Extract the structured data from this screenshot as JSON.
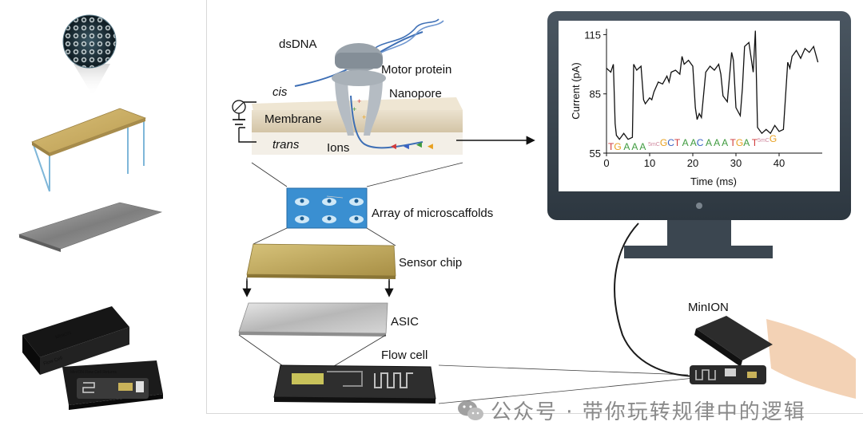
{
  "labels": {
    "dsdna": "dsDNA",
    "motor_protein": "Motor protein",
    "cis": "cis",
    "nanopore": "Nanopore",
    "membrane": "Membrane",
    "trans": "trans",
    "ions": "Ions",
    "microscaffolds": "Array of microscaffolds",
    "sensor_chip": "Sensor chip",
    "asic": "ASIC",
    "flow_cell": "Flow cell",
    "minion": "MinION"
  },
  "device_text": {
    "box_brand": "MinION",
    "box_product": "Flow Cell",
    "tray_text": "MinION  Flow Cell Returns"
  },
  "watermark": {
    "text": "公众号 · 带你玩转规律中的逻辑"
  },
  "colors": {
    "monitor_body": "#3b4650",
    "chip_gold": "#c8b46a",
    "array_blue": "#3a8fd1",
    "dna_blue": "#3e6fb5",
    "membrane": "#d9ccb3",
    "protein_gray": "#9aa3ab"
  },
  "chart_data": {
    "type": "line",
    "xlabel": "Time (ms)",
    "ylabel": "Current (pA)",
    "xlim": [
      0,
      50
    ],
    "ylim": [
      55,
      118
    ],
    "xticks": [
      0,
      10,
      20,
      30,
      40
    ],
    "yticks": [
      55,
      85,
      115
    ],
    "series": [
      {
        "x": [
          0,
          1,
          1.6,
          2,
          2.3,
          3,
          4,
          5,
          6,
          6.3,
          7,
          8,
          8.6,
          9,
          10,
          10.5,
          11,
          12,
          13,
          14,
          14.5,
          15,
          16,
          17,
          17.5,
          18,
          19,
          20,
          20.6,
          21,
          21.5,
          22,
          23,
          24,
          25,
          26,
          26.5,
          27,
          28,
          29,
          29.4,
          30,
          31,
          31.5,
          32,
          33,
          34,
          34.5,
          35,
          36,
          37,
          38,
          39,
          40,
          41,
          42,
          42.5,
          43,
          44,
          45,
          46,
          47,
          48,
          49
        ],
        "y": [
          98,
          96,
          100,
          70,
          64,
          62,
          65,
          62,
          63,
          100,
          97,
          99,
          82,
          80,
          83,
          82,
          86,
          91,
          90,
          94,
          91,
          96,
          97,
          95,
          104,
          100,
          102,
          99,
          78,
          72,
          75,
          73,
          96,
          99,
          97,
          100,
          95,
          84,
          81,
          106,
          102,
          78,
          74,
          88,
          109,
          111,
          96,
          117,
          68,
          65,
          67,
          65,
          69,
          66,
          67,
          101,
          98,
          104,
          107,
          103,
          108,
          106,
          109,
          101
        ]
      }
    ],
    "sequence": [
      {
        "t": "T",
        "c": "#d03b3b"
      },
      {
        "t": "G",
        "c": "#e8a020"
      },
      {
        "t": " ",
        "c": "#000"
      },
      {
        "t": "A",
        "c": "#3d9a3d"
      },
      {
        "t": " ",
        "c": "#000"
      },
      {
        "t": "A",
        "c": "#3d9a3d"
      },
      {
        "t": " ",
        "c": "#000"
      },
      {
        "t": "A",
        "c": "#3d9a3d"
      },
      {
        "t": " ",
        "c": "#000"
      },
      {
        "t": "5mC",
        "c": "#d08aa0",
        "sup": true
      },
      {
        "t": "G",
        "c": "#e8a020"
      },
      {
        "t": "C",
        "c": "#3a62c4"
      },
      {
        "t": "T",
        "c": "#d03b3b"
      },
      {
        "t": " ",
        "c": "#000"
      },
      {
        "t": "A",
        "c": "#3d9a3d"
      },
      {
        "t": " ",
        "c": "#000"
      },
      {
        "t": "A",
        "c": "#3d9a3d"
      },
      {
        "t": "C",
        "c": "#3a62c4"
      },
      {
        "t": " ",
        "c": "#000"
      },
      {
        "t": "A",
        "c": "#3d9a3d"
      },
      {
        "t": "  ",
        "c": "#000"
      },
      {
        "t": "A",
        "c": "#3d9a3d"
      },
      {
        "t": " ",
        "c": "#000"
      },
      {
        "t": "A",
        "c": "#3d9a3d"
      },
      {
        "t": "  ",
        "c": "#000"
      },
      {
        "t": "T",
        "c": "#d03b3b"
      },
      {
        "t": "G",
        "c": "#e8a020"
      },
      {
        "t": "A",
        "c": "#3d9a3d"
      },
      {
        "t": " ",
        "c": "#000"
      },
      {
        "t": "T",
        "c": "#d03b3b"
      },
      {
        "t": "5mC",
        "c": "#d08aa0",
        "sup": true
      },
      {
        "t": "G",
        "c": "#e8a020"
      }
    ]
  }
}
